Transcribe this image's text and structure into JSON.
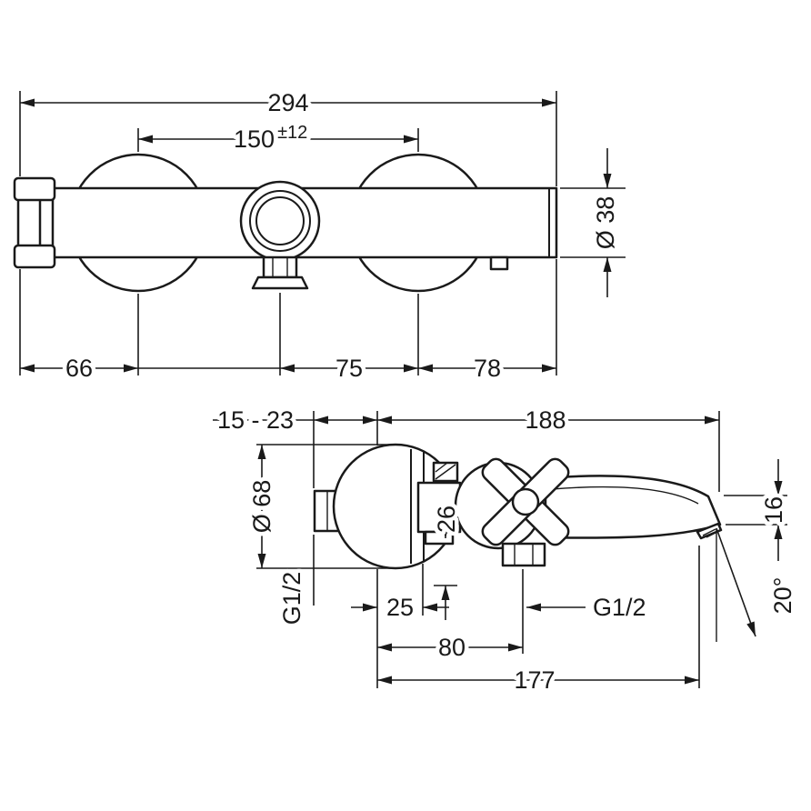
{
  "top_view": {
    "overall_width": "294",
    "center_distance": "150",
    "center_distance_tol": "±12",
    "bar_diameter": "Ø 38",
    "left_span": "66",
    "mid_span": "75",
    "right_span": "78"
  },
  "side_view": {
    "wall_depth": "15 - 23",
    "total_depth": "188",
    "escutcheon_diameter": "Ø 68",
    "inlet_thread": "G1/2",
    "vertical_offset": "26",
    "spout_tip_height": "16",
    "front_offset": "25",
    "outlet_thread": "G1/2",
    "outlet_depth": "80",
    "spout_reach": "177",
    "spout_angle": "20°"
  }
}
